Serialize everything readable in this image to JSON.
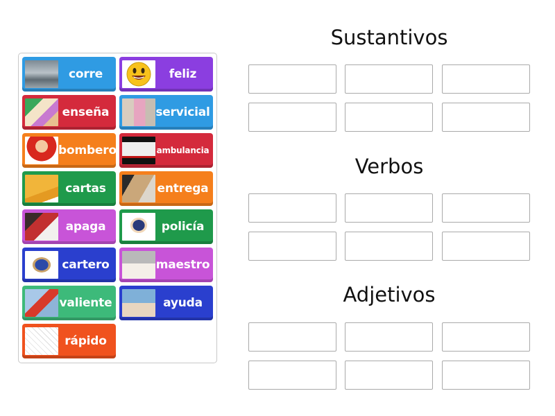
{
  "tray": {
    "tiles": [
      {
        "label": "corre",
        "color": "#2f9be3",
        "image": "flooded-street-photo"
      },
      {
        "label": "feliz",
        "color": "#8b3ee0",
        "image": "smiley-face"
      },
      {
        "label": "enseña",
        "color": "#d42a3c",
        "image": "teacher-with-children"
      },
      {
        "label": "servicial",
        "color": "#2f9be3",
        "image": "nurse-helping-patient"
      },
      {
        "label": "bombero",
        "color": "#f57f1c",
        "image": "firefighter-cartoon"
      },
      {
        "label": "ambulancia",
        "color": "#d42a3c",
        "image": "ambulance"
      },
      {
        "label": "cartas",
        "color": "#1f9a4b",
        "image": "envelopes"
      },
      {
        "label": "entrega",
        "color": "#f57f1c",
        "image": "package-delivery"
      },
      {
        "label": "apaga",
        "color": "#c854d8",
        "image": "fire-extinguisher"
      },
      {
        "label": "policía",
        "color": "#1f9a4b",
        "image": "police-officer-cartoon"
      },
      {
        "label": "cartero",
        "color": "#2a3fce",
        "image": "mail-carrier-cartoon"
      },
      {
        "label": "maestro",
        "color": "#c854d8",
        "image": "teacher-classroom"
      },
      {
        "label": "valiente",
        "color": "#3dba7a",
        "image": "superhero-child"
      },
      {
        "label": "ayuda",
        "color": "#2a3fce",
        "image": "crossing-guard"
      },
      {
        "label": "rápido",
        "color": "#f0521e",
        "image": "running-sketch"
      }
    ]
  },
  "categories": [
    {
      "title": "Sustantivos",
      "slots": 6
    },
    {
      "title": "Verbos",
      "slots": 6
    },
    {
      "title": "Adjetivos",
      "slots": 6
    }
  ]
}
